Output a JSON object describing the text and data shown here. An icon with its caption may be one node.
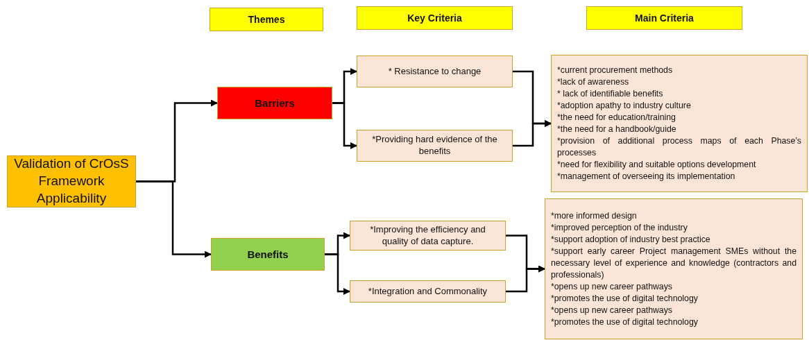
{
  "diagram": {
    "nodes": [
      {
        "text": [
          "Themes"
        ]
      },
      {
        "text": [
          "Key Criteria"
        ]
      },
      {
        "text": [
          "Main Criteria"
        ]
      },
      {
        "text": [
          "Validation of CrOsS Framework Applicability"
        ]
      },
      {
        "text": [
          "Barriers"
        ]
      },
      {
        "text": [
          "* Resistance to change"
        ]
      },
      {
        "text": [
          "*Providing hard evidence of the benefits"
        ]
      },
      {
        "text": [
          "*current procurement methods",
          "*lack of awareness",
          "* lack of identifiable benefits",
          "*adoption apathy to industry culture",
          "*the need for education/training",
          "*the need for a handbook/guide",
          "*provision of additional process maps of each Phase’s processes",
          "*need for flexibility and suitable options development",
          "*management of overseeing its implementation"
        ]
      },
      {
        "text": [
          "Benefits"
        ]
      },
      {
        "text": [
          "*Improving the efficiency and quality of data capture."
        ]
      },
      {
        "text": [
          "*Integration and Commonality"
        ]
      },
      {
        "text": [
          "*more informed design",
          "*improved perception of the industry",
          "*support adoption of industry best practice",
          "*support early career Project management SMEs without the necessary level of experience and knowledge (contractors and professionals)",
          "*opens up new career pathways",
          "*promotes the use of digital technology",
          "*opens up new career pathways",
          "*promotes the use of digital technology"
        ]
      }
    ],
    "edges": [
      {
        "from": 3,
        "to": 4,
        "arrow": "to"
      },
      {
        "from": 3,
        "to": 8,
        "arrow": "to"
      },
      {
        "from": 4,
        "to": 5,
        "arrow": "to"
      },
      {
        "from": 4,
        "to": 6,
        "arrow": "to"
      },
      {
        "from": 5,
        "to": 7,
        "arrow": "to"
      },
      {
        "from": 6,
        "to": 7,
        "arrow": "to"
      },
      {
        "from": 8,
        "to": 9,
        "arrow": "to"
      },
      {
        "from": 8,
        "to": 10,
        "arrow": "to"
      },
      {
        "from": 9,
        "to": 11,
        "arrow": "to"
      },
      {
        "from": 10,
        "to": 11,
        "arrow": "to"
      }
    ]
  }
}
